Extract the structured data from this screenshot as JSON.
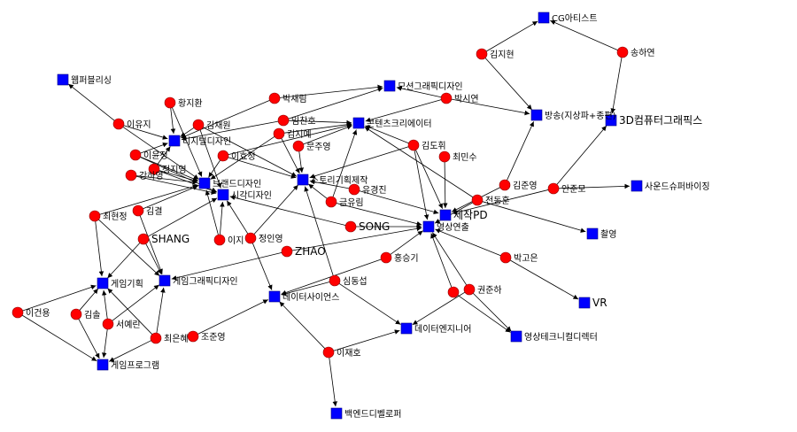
{
  "colors": {
    "person": "#ff0000",
    "job": "#0000ff",
    "edge": "#000000",
    "background": "#ffffff"
  },
  "nodes": [
    {
      "id": "n_cg",
      "label": "CG아티스트",
      "kind": "job"
    },
    {
      "id": "n_webpub",
      "label": "웹퍼블리싱",
      "kind": "job"
    },
    {
      "id": "n_motion",
      "label": "모션그래픽디자인",
      "kind": "job"
    },
    {
      "id": "n_content",
      "label": "콘텐츠크리에이터",
      "kind": "job"
    },
    {
      "id": "n_broadcast",
      "label": "방송(지상파+종편)",
      "kind": "job"
    },
    {
      "id": "n_3d",
      "label": "3D컴퓨터그래픽스",
      "kind": "job",
      "large": true
    },
    {
      "id": "n_digital",
      "label": "디지털디자인",
      "kind": "job"
    },
    {
      "id": "n_brand",
      "label": "브랜드디자인",
      "kind": "job"
    },
    {
      "id": "n_visual",
      "label": "시각디자인",
      "kind": "job"
    },
    {
      "id": "n_story",
      "label": "스토리기획제작",
      "kind": "job"
    },
    {
      "id": "n_sound",
      "label": "사운드슈퍼바이징",
      "kind": "job"
    },
    {
      "id": "n_pd",
      "label": "제작PD",
      "kind": "job",
      "large": true
    },
    {
      "id": "n_video",
      "label": "영상연출",
      "kind": "job"
    },
    {
      "id": "n_shoot",
      "label": "촬영",
      "kind": "job"
    },
    {
      "id": "n_gameplan",
      "label": "게임기획",
      "kind": "job"
    },
    {
      "id": "n_gamegfx",
      "label": "게임그래픽디자인",
      "kind": "job"
    },
    {
      "id": "n_vr",
      "label": "VR",
      "kind": "job",
      "large": true
    },
    {
      "id": "n_datasci",
      "label": "데이터사이언스",
      "kind": "job"
    },
    {
      "id": "n_dataeng",
      "label": "데이터엔지니어",
      "kind": "job"
    },
    {
      "id": "n_videotech",
      "label": "영상테크니컬디렉터",
      "kind": "job"
    },
    {
      "id": "n_gameprog",
      "label": "게임프로그램",
      "kind": "job"
    },
    {
      "id": "n_backend",
      "label": "백엔드디벨로퍼",
      "kind": "job"
    },
    {
      "id": "p_kimjihyun",
      "label": "김지현",
      "kind": "person"
    },
    {
      "id": "p_songhayeon",
      "label": "송하연",
      "kind": "person"
    },
    {
      "id": "p_parksaerim",
      "label": "박새림",
      "kind": "person"
    },
    {
      "id": "p_parksiyeon",
      "label": "박시연",
      "kind": "person"
    },
    {
      "id": "p_hwangjihwan",
      "label": "황지환",
      "kind": "person"
    },
    {
      "id": "p_leeyuji",
      "label": "이유지",
      "kind": "person"
    },
    {
      "id": "p_kimchaewon",
      "label": "김채원",
      "kind": "person"
    },
    {
      "id": "p_imchanho",
      "label": "임찬호",
      "kind": "person"
    },
    {
      "id": "p_kimjiye",
      "label": "김지예",
      "kind": "person"
    },
    {
      "id": "p_moonjuyoung",
      "label": "문주영",
      "kind": "person"
    },
    {
      "id": "p_kimdohwi",
      "label": "김도휘",
      "kind": "person"
    },
    {
      "id": "p_choiminsu",
      "label": "최민수",
      "kind": "person"
    },
    {
      "id": "p_leeyunjeong",
      "label": "이윤정",
      "kind": "person"
    },
    {
      "id": "p_leehyojeong",
      "label": "이효정",
      "kind": "person"
    },
    {
      "id": "p_jungjiyoung",
      "label": "정지영",
      "kind": "person"
    },
    {
      "id": "p_kanghayoung",
      "label": "강하영",
      "kind": "person"
    },
    {
      "id": "p_kimjunyoung",
      "label": "김준영",
      "kind": "person"
    },
    {
      "id": "p_ahnjunmo",
      "label": "안준모",
      "kind": "person"
    },
    {
      "id": "p_yookyungjin",
      "label": "유경진",
      "kind": "person"
    },
    {
      "id": "p_jeondonghoon",
      "label": "전동훈",
      "kind": "person"
    },
    {
      "id": "p_keumyurim",
      "label": "금유림",
      "kind": "person"
    },
    {
      "id": "p_kimgyeol",
      "label": "김결",
      "kind": "person"
    },
    {
      "id": "p_choihyunjeong",
      "label": "최현정",
      "kind": "person"
    },
    {
      "id": "p_song",
      "label": "SONG",
      "kind": "person",
      "large": true
    },
    {
      "id": "p_shang",
      "label": "SHANG",
      "kind": "person",
      "large": true
    },
    {
      "id": "p_leeji",
      "label": "이지",
      "kind": "person"
    },
    {
      "id": "p_jeonginyoung",
      "label": "정인영",
      "kind": "person"
    },
    {
      "id": "p_zhao",
      "label": "ZHAO",
      "kind": "person",
      "large": true
    },
    {
      "id": "p_hongseunggi",
      "label": "홍승기",
      "kind": "person"
    },
    {
      "id": "p_parkgoeun",
      "label": "박고은",
      "kind": "person"
    },
    {
      "id": "p_simdongseop",
      "label": "심동섭",
      "kind": "person"
    },
    {
      "id": "p_kwonjunha",
      "label": "권준하",
      "kind": "person"
    },
    {
      "id": "p_leegunyong",
      "label": "이건용",
      "kind": "person"
    },
    {
      "id": "p_kimsol",
      "label": "김솔",
      "kind": "person"
    },
    {
      "id": "p_seoyerin",
      "label": "서예린",
      "kind": "person"
    },
    {
      "id": "p_choieunhye",
      "label": "최은혜",
      "kind": "person"
    },
    {
      "id": "p_jojunyoung",
      "label": "조준영",
      "kind": "person"
    },
    {
      "id": "p_leejaeho",
      "label": "이재호",
      "kind": "person"
    },
    {
      "id": "p_kwonanon",
      "label": "",
      "kind": "person"
    }
  ],
  "edges": [
    [
      "p_kimjihyun",
      "n_cg"
    ],
    [
      "p_kimjihyun",
      "n_broadcast"
    ],
    [
      "p_songhayeon",
      "n_cg"
    ],
    [
      "p_songhayeon",
      "n_3d"
    ],
    [
      "p_parksaerim",
      "n_motion"
    ],
    [
      "p_parksaerim",
      "n_digital"
    ],
    [
      "p_parksiyeon",
      "n_motion"
    ],
    [
      "p_parksiyeon",
      "n_broadcast"
    ],
    [
      "p_parksiyeon",
      "n_content"
    ],
    [
      "p_hwangjihwan",
      "n_digital"
    ],
    [
      "p_hwangjihwan",
      "n_brand"
    ],
    [
      "p_leeyuji",
      "n_webpub"
    ],
    [
      "p_leeyuji",
      "n_digital"
    ],
    [
      "p_leeyuji",
      "n_brand"
    ],
    [
      "p_kimchaewon",
      "n_digital"
    ],
    [
      "p_kimchaewon",
      "n_visual"
    ],
    [
      "p_kimchaewon",
      "n_story"
    ],
    [
      "p_imchanho",
      "n_motion"
    ],
    [
      "p_imchanho",
      "n_content"
    ],
    [
      "p_imchanho",
      "n_digital"
    ],
    [
      "p_kimjiye",
      "n_story"
    ],
    [
      "p_kimjiye",
      "n_content"
    ],
    [
      "p_kimjiye",
      "n_brand"
    ],
    [
      "p_moonjuyoung",
      "n_story"
    ],
    [
      "p_moonjuyoung",
      "n_content"
    ],
    [
      "p_kimdohwi",
      "n_content"
    ],
    [
      "p_kimdohwi",
      "n_pd"
    ],
    [
      "p_kimdohwi",
      "n_story"
    ],
    [
      "p_kimdohwi",
      "n_video"
    ],
    [
      "p_choiminsu",
      "n_pd"
    ],
    [
      "p_leeyunjeong",
      "n_brand"
    ],
    [
      "p_leeyunjeong",
      "n_visual"
    ],
    [
      "p_leeyunjeong",
      "n_digital"
    ],
    [
      "p_leehyojeong",
      "n_story"
    ],
    [
      "p_leehyojeong",
      "n_brand"
    ],
    [
      "p_leehyojeong",
      "n_content"
    ],
    [
      "p_jungjiyoung",
      "n_brand"
    ],
    [
      "p_jungjiyoung",
      "n_visual"
    ],
    [
      "p_jungjiyoung",
      "n_digital"
    ],
    [
      "p_kanghayoung",
      "n_brand"
    ],
    [
      "p_kanghayoung",
      "n_visual"
    ],
    [
      "p_kimjunyoung",
      "n_broadcast"
    ],
    [
      "p_kimjunyoung",
      "n_pd"
    ],
    [
      "p_ahnjunmo",
      "n_3d"
    ],
    [
      "p_ahnjunmo",
      "n_sound"
    ],
    [
      "p_ahnjunmo",
      "n_pd"
    ],
    [
      "p_yookyungjin",
      "n_story"
    ],
    [
      "p_yookyungjin",
      "n_pd"
    ],
    [
      "p_jeondonghoon",
      "n_video"
    ],
    [
      "p_jeondonghoon",
      "n_shoot"
    ],
    [
      "p_jeondonghoon",
      "n_content"
    ],
    [
      "p_keumyurim",
      "n_story"
    ],
    [
      "p_keumyurim",
      "n_video"
    ],
    [
      "p_keumyurim",
      "n_content"
    ],
    [
      "p_kimgyeol",
      "n_gamegfx"
    ],
    [
      "p_kimgyeol",
      "n_brand"
    ],
    [
      "p_choihyunjeong",
      "n_gameplan"
    ],
    [
      "p_choihyunjeong",
      "n_gamegfx"
    ],
    [
      "p_choihyunjeong",
      "n_brand"
    ],
    [
      "p_song",
      "n_video"
    ],
    [
      "p_song",
      "n_visual"
    ],
    [
      "p_shang",
      "n_gameplan"
    ],
    [
      "p_shang",
      "n_visual"
    ],
    [
      "p_shang",
      "n_gamegfx"
    ],
    [
      "p_leeji",
      "n_visual"
    ],
    [
      "p_leeji",
      "n_brand"
    ],
    [
      "p_jeonginyoung",
      "n_story"
    ],
    [
      "p_jeonginyoung",
      "n_datasci"
    ],
    [
      "p_jeonginyoung",
      "n_visual"
    ],
    [
      "p_zhao",
      "n_gamegfx"
    ],
    [
      "p_zhao",
      "n_video"
    ],
    [
      "p_hongseunggi",
      "n_video"
    ],
    [
      "p_hongseunggi",
      "n_datasci"
    ],
    [
      "p_parkgoeun",
      "n_vr"
    ],
    [
      "p_parkgoeun",
      "n_video"
    ],
    [
      "p_simdongseop",
      "n_dataeng"
    ],
    [
      "p_simdongseop",
      "n_story"
    ],
    [
      "p_simdongseop",
      "n_datasci"
    ],
    [
      "p_kwonjunha",
      "n_video"
    ],
    [
      "p_kwonjunha",
      "n_dataeng"
    ],
    [
      "p_kwonjunha",
      "n_videotech"
    ],
    [
      "p_kwonanon",
      "n_video"
    ],
    [
      "p_kwonanon",
      "n_videotech"
    ],
    [
      "p_leegunyong",
      "n_gameprog"
    ],
    [
      "p_leegunyong",
      "n_gameplan"
    ],
    [
      "p_kimsol",
      "n_gameplan"
    ],
    [
      "p_kimsol",
      "n_gameprog"
    ],
    [
      "p_seoyerin",
      "n_gameplan"
    ],
    [
      "p_seoyerin",
      "n_gameprog"
    ],
    [
      "p_seoyerin",
      "n_gamegfx"
    ],
    [
      "p_choieunhye",
      "n_gameprog"
    ],
    [
      "p_choieunhye",
      "n_gamegfx"
    ],
    [
      "p_choieunhye",
      "n_gameplan"
    ],
    [
      "p_jojunyoung",
      "n_datasci"
    ],
    [
      "p_leejaeho",
      "n_dataeng"
    ],
    [
      "p_leejaeho",
      "n_backend"
    ],
    [
      "p_leejaeho",
      "n_datasci"
    ]
  ]
}
